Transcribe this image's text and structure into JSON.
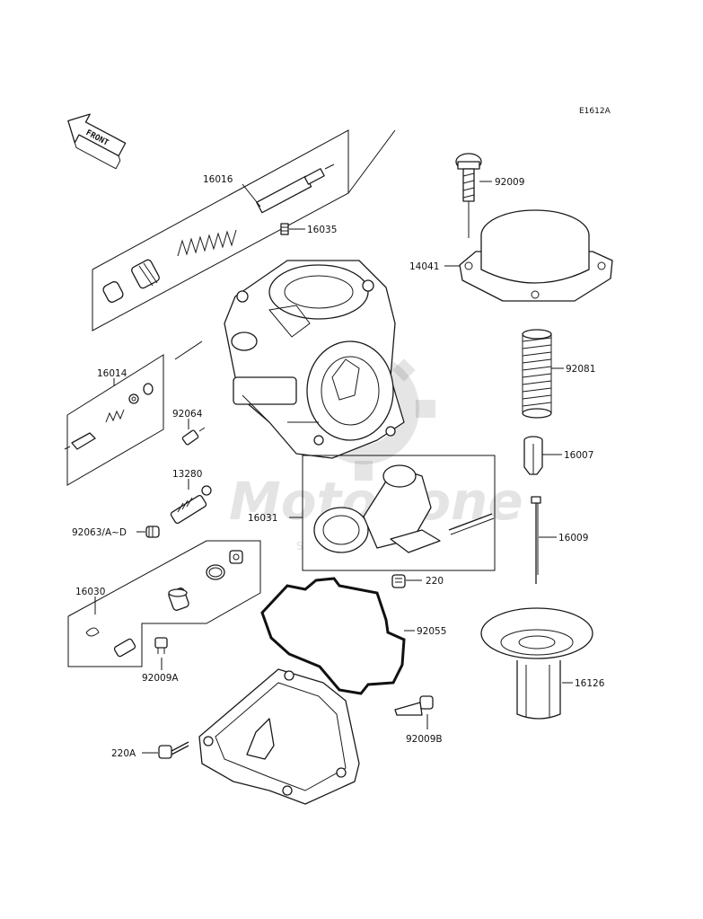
{
  "diagram_code": "E1612A",
  "front_marker": "FRONT",
  "watermark": {
    "brand": "MotoZone",
    "sub": "S E R"
  },
  "parts": {
    "p16016": "16016",
    "p16035": "16035",
    "p16014": "16014",
    "p92064": "92064",
    "p13280": "13280",
    "p92063": "92063/A~D",
    "p16031": "16031",
    "p16030": "16030",
    "p92009A": "92009A",
    "p220A": "220A",
    "p220": "220",
    "p92055": "92055",
    "p92009B": "92009B",
    "p92009": "92009",
    "p14041": "14041",
    "p92081": "92081",
    "p16007": "16007",
    "p16009": "16009",
    "p16126": "16126"
  }
}
